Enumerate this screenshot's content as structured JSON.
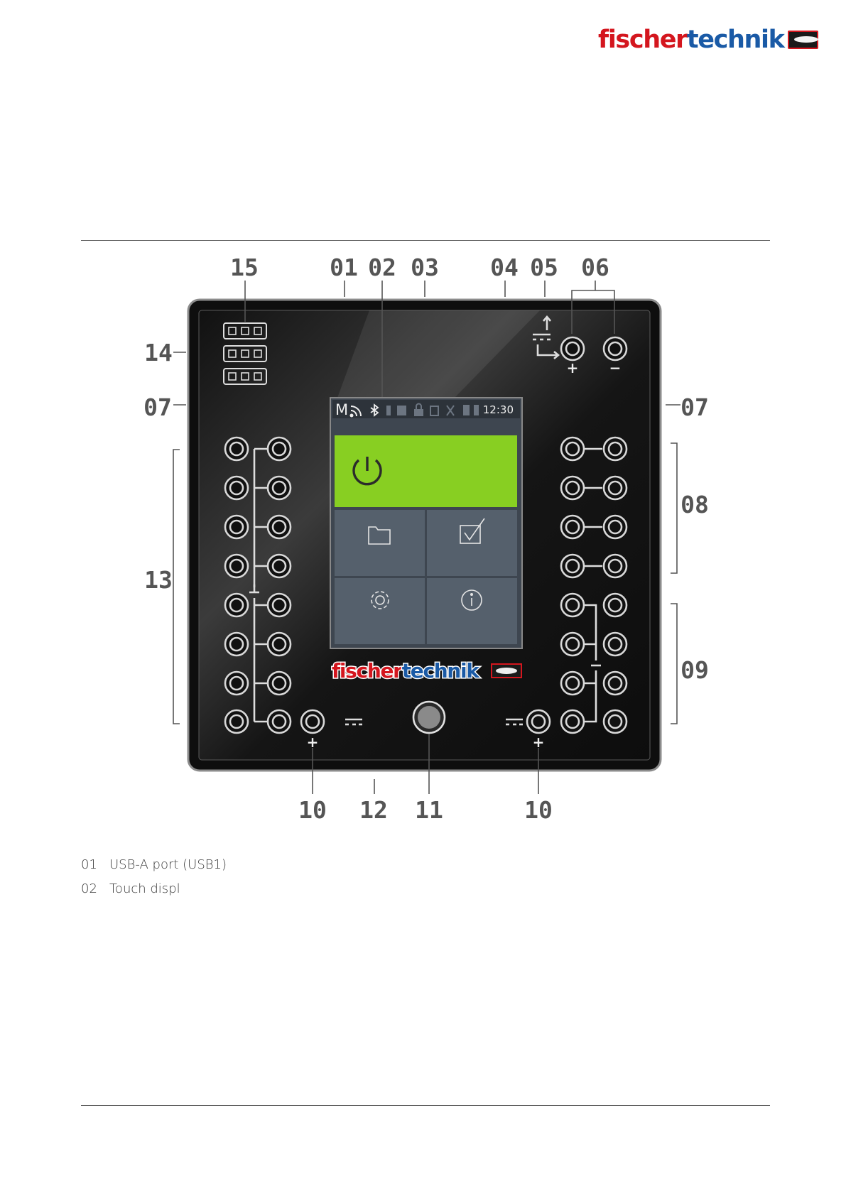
{
  "header": {
    "brand_part1": "fischer",
    "brand_part2": "technik"
  },
  "controller": {
    "status_bar": {
      "mode_letter": "M",
      "time": "12:30"
    },
    "screen_logo": {
      "part1": "fischer",
      "part2": "technik"
    },
    "tiles": [
      {
        "icon": "power-icon"
      },
      {
        "icon": "folder-icon"
      },
      {
        "icon": "checkbox-icon"
      },
      {
        "icon": "gear-icon"
      },
      {
        "icon": "info-icon"
      }
    ],
    "power_tile_color": "#88cf22",
    "symbols": {
      "plus": "+",
      "minus": "−",
      "ground": "⊥"
    }
  },
  "callouts": {
    "c15": "15",
    "c01": "01",
    "c02": "02",
    "c03": "03",
    "c04": "04",
    "c05": "05",
    "c06": "06",
    "c14": "14",
    "c07_left": "07",
    "c07_right": "07",
    "c13": "13",
    "c08": "08",
    "c09": "09",
    "c10_left": "10",
    "c12": "12",
    "c11": "11",
    "c10_right": "10"
  },
  "legend": [
    {
      "num": "01",
      "text": "USB-A port (USB1)"
    },
    {
      "num": "02",
      "text": "Touch displ"
    }
  ]
}
